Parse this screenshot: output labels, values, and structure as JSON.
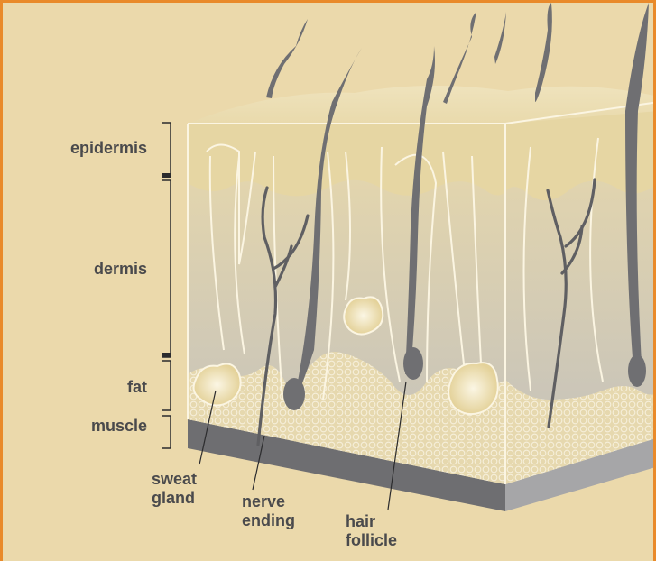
{
  "layers": {
    "epidermis": "epidermis",
    "dermis": "dermis",
    "fat": "fat",
    "muscle": "muscle"
  },
  "structures": {
    "sweat_gland": [
      "sweat",
      "gland"
    ],
    "nerve_ending": [
      "nerve",
      "ending"
    ],
    "hair_follicle": [
      "hair",
      "follicle"
    ]
  },
  "colors": {
    "background": "#ebd9ab",
    "border": "#e98a2a",
    "hair": "#6f6f72",
    "label": "#4a4a4c"
  }
}
